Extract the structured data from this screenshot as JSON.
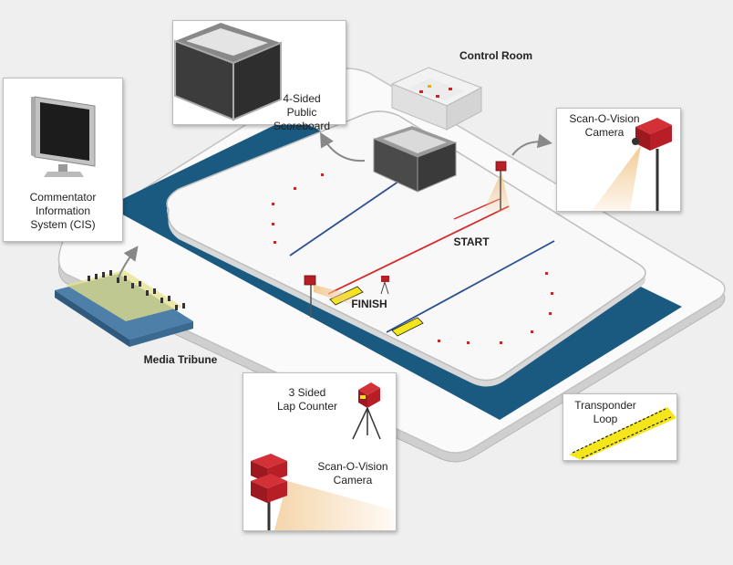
{
  "labels": {
    "control_room": "Control Room",
    "scoreboard": [
      "4-Sided",
      "Public Scoreboard"
    ],
    "scan_camera_top": [
      "Scan-O-Vision",
      "Camera"
    ],
    "cis": [
      "Commentator",
      "Information",
      "System (CIS)"
    ],
    "start": "START",
    "finish": "FINISH",
    "media_tribune": "Media Tribune",
    "lap_counter": [
      "3 Sided",
      "Lap Counter"
    ],
    "scan_camera_bottom": [
      "Scan-O-Vision",
      "Camera"
    ],
    "transponder": [
      "Transponder",
      "Loop"
    ]
  },
  "colors": {
    "background": "#efefef",
    "rink_water": "#1a5a80",
    "ice": "#f8f8f8",
    "equipment_red": "#b81e26",
    "transponder_yellow": "#f5e51b",
    "line_blue": "#2c4f8f",
    "line_red": "#d52b2b"
  }
}
